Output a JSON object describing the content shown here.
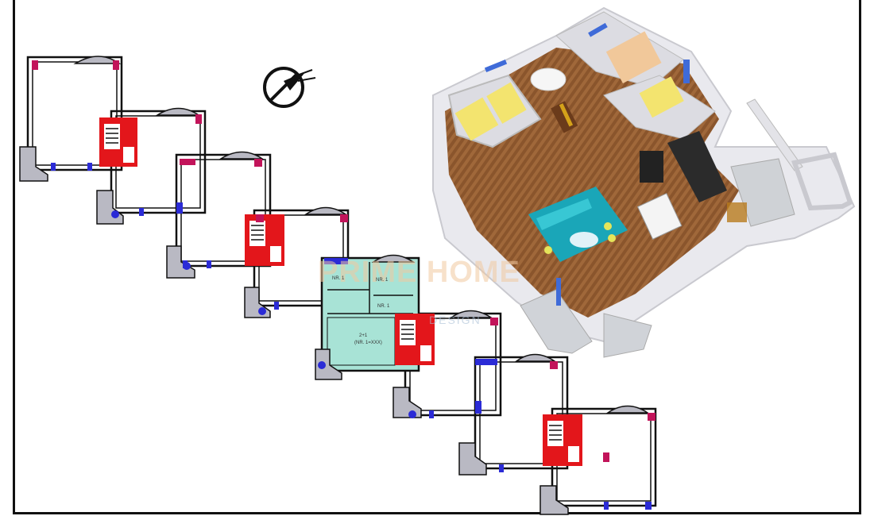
{
  "watermark": {
    "brand": "PRIME HOME",
    "sub": "DESIGN"
  },
  "highlighted_unit": {
    "type": "2+1",
    "label_1": "NR. 1",
    "area_1": "(NR. 1=XXX)",
    "room_a": "NR. 1",
    "room_b": "NR. 1"
  },
  "colors": {
    "wall": "#111111",
    "core_red": "#e3161b",
    "window_blue": "#2b2bd6",
    "column_magenta": "#c2145a",
    "highlight_fill": "#a8e3d6",
    "balcony_grey": "#b9b9c3",
    "floor_wood": "#9c6a3c",
    "carpet_teal": "#1aa6b8"
  }
}
